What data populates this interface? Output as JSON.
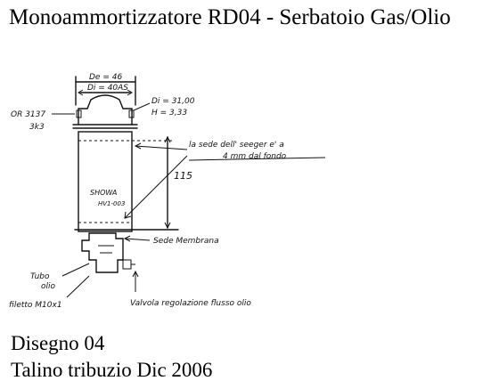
{
  "title": "Monoammortizzatore RD04 - Serbatoio Gas/Olio",
  "footer": {
    "line1": "Disegno 04",
    "line2": "Talino tribuzio Dic 2006"
  },
  "notes": {
    "de": "De = 46",
    "di": "Di = 40AS",
    "di_right": "Di = 31,00",
    "h": "H = 3,33",
    "or_label": "OR 3137",
    "or_sub": "3k3",
    "sede_line1": "la sede dell' seeger e' a",
    "sede_line2": "4 mm dal fondo",
    "dim_115": "115",
    "showa": "SHOWA",
    "showa_code": "HV1-003",
    "sede_membrana": "Sede Membrana",
    "tubo": "Tubo",
    "olio": "olio",
    "filetto": "filetto M10x1",
    "valvola": "Valvola regolazione flusso olio"
  }
}
